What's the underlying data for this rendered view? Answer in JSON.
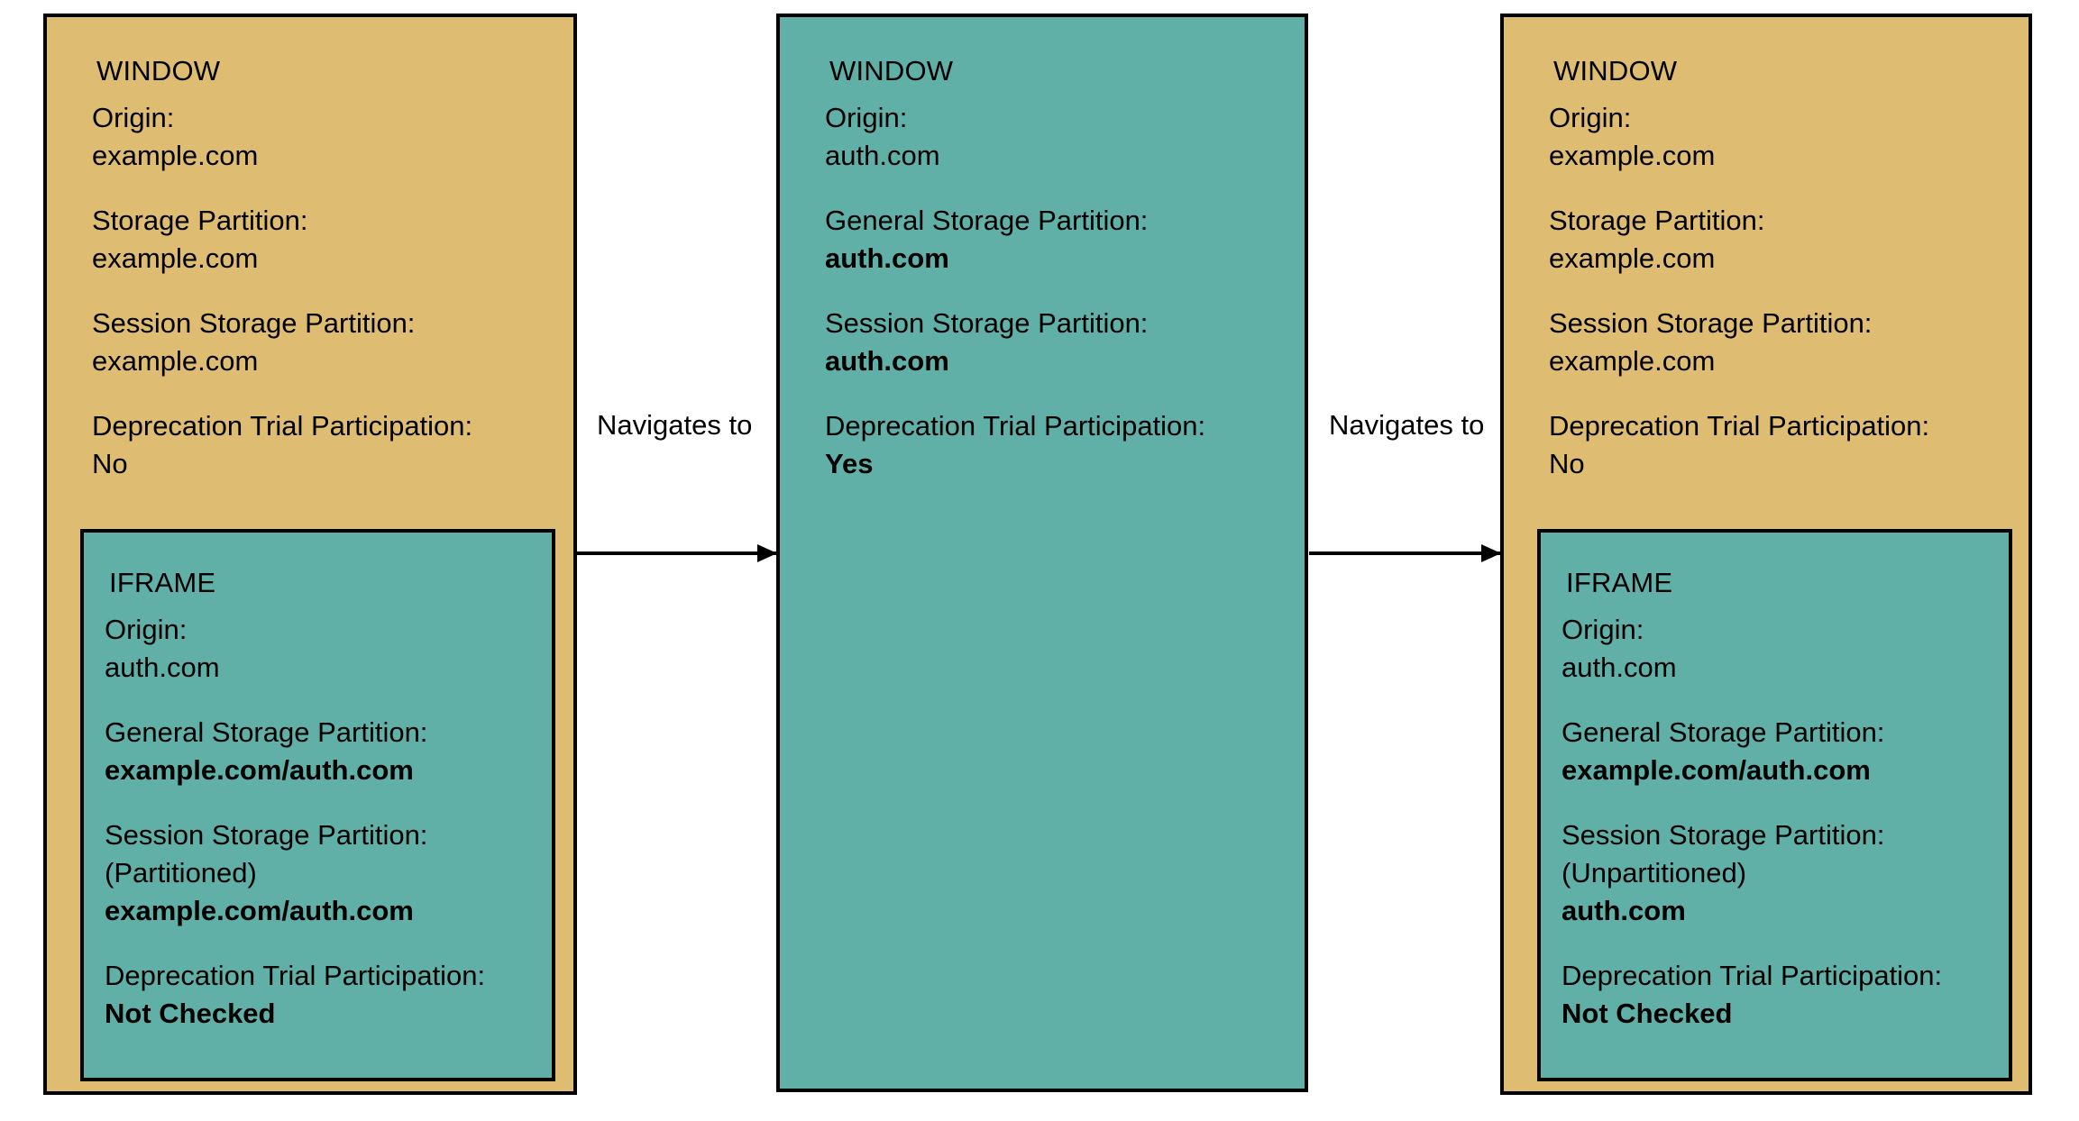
{
  "colors": {
    "gold": "#debd72",
    "teal": "#60b0a8",
    "stroke": "#000000",
    "background": "#ffffff"
  },
  "panels": [
    {
      "id": "panel-1",
      "fill": "gold",
      "title": "WINDOW",
      "fields": [
        {
          "label": "Origin:",
          "value": "example.com",
          "bold": false
        },
        {
          "label": "Storage Partition:",
          "value": "example.com",
          "bold": false
        },
        {
          "label": "Session Storage Partition:",
          "value": "example.com",
          "bold": false
        },
        {
          "label": "Deprecation Trial Participation:",
          "value": "No",
          "bold": false
        }
      ],
      "iframe": {
        "title": "IFRAME",
        "fill": "teal",
        "fields": [
          {
            "label": "Origin:",
            "value": "auth.com",
            "bold": false
          },
          {
            "label": "General Storage Partition:",
            "value": "example.com/auth.com",
            "bold": true
          },
          {
            "label": "Session Storage Partition:",
            "sub": "(Partitioned)",
            "value": "example.com/auth.com",
            "bold": true
          },
          {
            "label": "Deprecation Trial Participation:",
            "value": "Not Checked",
            "bold": true
          }
        ]
      }
    },
    {
      "id": "panel-2",
      "fill": "teal",
      "title": "WINDOW",
      "fields": [
        {
          "label": "Origin:",
          "value": "auth.com",
          "bold": false
        },
        {
          "label": "General Storage Partition:",
          "value": "auth.com",
          "bold": true
        },
        {
          "label": "Session Storage Partition:",
          "value": "auth.com",
          "bold": true
        },
        {
          "label": "Deprecation Trial Participation:",
          "value": "Yes",
          "bold": true
        }
      ],
      "iframe": null
    },
    {
      "id": "panel-3",
      "fill": "gold",
      "title": "WINDOW",
      "fields": [
        {
          "label": "Origin:",
          "value": "example.com",
          "bold": false
        },
        {
          "label": "Storage Partition:",
          "value": "example.com",
          "bold": false
        },
        {
          "label": "Session Storage Partition:",
          "value": "example.com",
          "bold": false
        },
        {
          "label": "Deprecation Trial Participation:",
          "value": "No",
          "bold": false
        }
      ],
      "iframe": {
        "title": "IFRAME",
        "fill": "teal",
        "fields": [
          {
            "label": "Origin:",
            "value": "auth.com",
            "bold": false
          },
          {
            "label": "General Storage Partition:",
            "value": "example.com/auth.com",
            "bold": true
          },
          {
            "label": "Session Storage Partition:",
            "sub": "(Unpartitioned)",
            "value": "auth.com",
            "bold": true
          },
          {
            "label": "Deprecation Trial Participation:",
            "value": "Not Checked",
            "bold": true
          }
        ]
      }
    }
  ],
  "arrows": [
    {
      "id": "arrow-1",
      "label": "Navigates to",
      "from": "panel-1",
      "to": "panel-2"
    },
    {
      "id": "arrow-2",
      "label": "Navigates to",
      "from": "panel-2",
      "to": "panel-3"
    }
  ]
}
